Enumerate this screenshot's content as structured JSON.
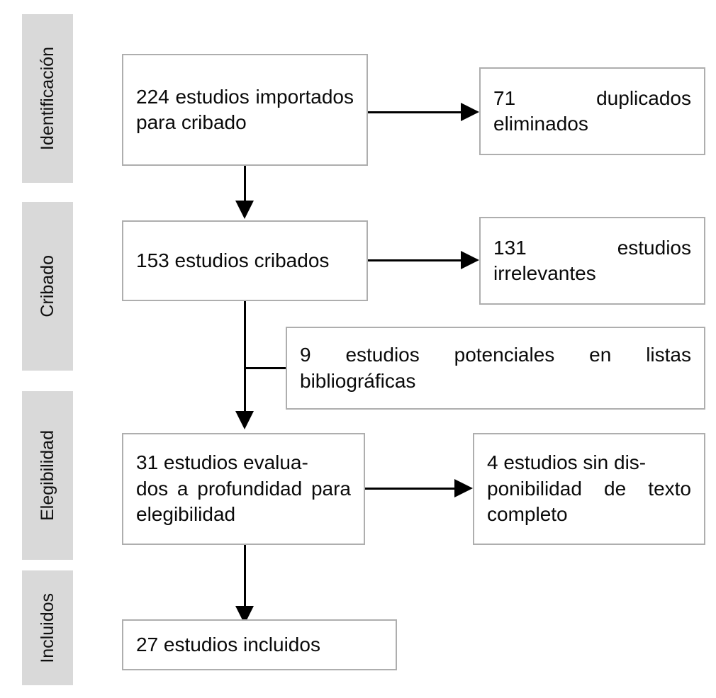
{
  "diagram": {
    "type": "prisma-flow-diagram",
    "language": "es",
    "colors": {
      "stage_background": "#d9d9d9",
      "box_border": "#aeaeae",
      "box_background": "#ffffff",
      "connector": "#000000",
      "text": "#0a0a0a"
    }
  },
  "stages": [
    {
      "id": "identificacion",
      "label": "Identificación"
    },
    {
      "id": "cribado",
      "label": "Cribado"
    },
    {
      "id": "elegibilidad",
      "label": "Elegibilidad"
    },
    {
      "id": "incluidos",
      "label": "Incluidos"
    }
  ],
  "boxes": {
    "imported": {
      "id": "imported-studies",
      "count": 224,
      "text": "224 estudios importados para cribado"
    },
    "duplicates": {
      "id": "duplicates-removed",
      "count": 71,
      "text": "71 duplicados eliminados"
    },
    "screened": {
      "id": "studies-screened",
      "count": 153,
      "text": "153 estudios cribados"
    },
    "irrelevant": {
      "id": "irrelevant-studies",
      "count": 131,
      "text": "131 estudios irrelevantes"
    },
    "reference_lists": {
      "id": "potential-from-reference-lists",
      "count": 9,
      "text": "9 estudios potenciales en listas bibliográficas"
    },
    "assessed": {
      "id": "studies-assessed-eligibility",
      "count": 31,
      "text": "31 estudios evalua-\ndos a profundidad para elegibilidad"
    },
    "no_fulltext": {
      "id": "no-fulltext-available",
      "count": 4,
      "text": "4 estudios sin dis-\nponibilidad de texto completo"
    },
    "included": {
      "id": "studies-included",
      "count": 27,
      "text": "27 estudios incluidos"
    }
  },
  "connectors": [
    {
      "id": "imported-to-duplicates",
      "kind": "arrow-right"
    },
    {
      "id": "imported-to-screened",
      "kind": "arrow-down"
    },
    {
      "id": "screened-to-irrelevant",
      "kind": "arrow-right"
    },
    {
      "id": "reference-lists-join",
      "kind": "t-junction"
    },
    {
      "id": "screened-to-assessed",
      "kind": "arrow-down"
    },
    {
      "id": "assessed-to-no-fulltext",
      "kind": "arrow-right"
    },
    {
      "id": "assessed-to-included",
      "kind": "arrow-down"
    }
  ]
}
